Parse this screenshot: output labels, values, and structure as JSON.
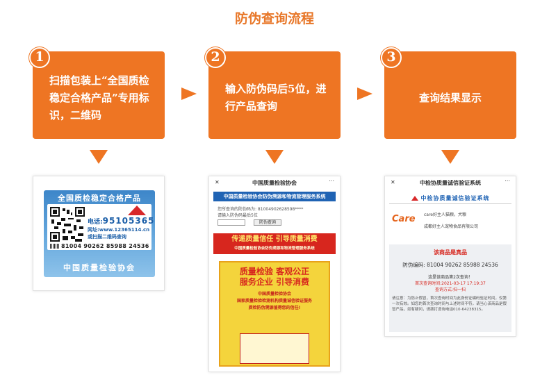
{
  "title": "防伪查询流程",
  "steps": [
    {
      "num": "1",
      "text": "扫描包装上“全国质检稳定合格产品”专用标识，二维码"
    },
    {
      "num": "2",
      "text": "输入防伪码后5位，进行产品查询"
    },
    {
      "num": "3",
      "text": "查询结果显示"
    }
  ],
  "label": {
    "top": "全国质检稳定合格产品",
    "tel_prefix": "电话:",
    "tel": "95105365",
    "site": "网址:www.12365114.cn",
    "scan": "或扫描二维码查询",
    "code": "81004 90262 85988 24536",
    "bottom": "中国质量检验协会"
  },
  "screen2": {
    "header": "中国质量检验协会",
    "close": "✕",
    "dots": "···",
    "bar": "中国质量检验协会防伪溯源和物流管理服务系统",
    "line1": "您所查询的防伪码为: 81004902628598****",
    "line2": "请输入防伪码最后5位",
    "button": "防伪查询",
    "banner": "传递质量信任 引导质量消费",
    "banner_sub": "中国质量检验协会防伪溯源和物流管理服务系统",
    "poster_big1": "质量检验 客观公正",
    "poster_big2": "服务企业 引导消费",
    "poster_med1": "中国质量检验协会",
    "poster_med2": "国家质量检验检测机构质量诚信验证服务",
    "poster_med3": "质检防伪溯源值得您的信任!"
  },
  "screen3": {
    "header": "中检协质量诚信验证系统",
    "close": "✕",
    "dots": "···",
    "bar": "中检协质量诚信验证系统",
    "care_logo": "Care",
    "firm1": "care好主人猫粮，犬粮",
    "firm2": "成都好主人宠物食品有限公司",
    "result_head": "该商品是真品",
    "code": "防伪编码: 81004 90262 85988 24536",
    "query1": "这是该商品第2次查询！",
    "query2": "首次查询时间:2021-03-17 17:19:37",
    "query3": "查询方式:扫一扫",
    "note": "请注意：为防止假冒，首次查询时间为此身份证编码验证时间，仅第一次有效。如您的首次查询时间与上述时间不符，请当心该商品是假冒产品，如有疑问，请拨打咨询电话010-64238315。"
  },
  "colors": {
    "accent": "#ee7523",
    "title": "#e8782a",
    "blue": "#1f63b4",
    "red": "#d7261e"
  }
}
